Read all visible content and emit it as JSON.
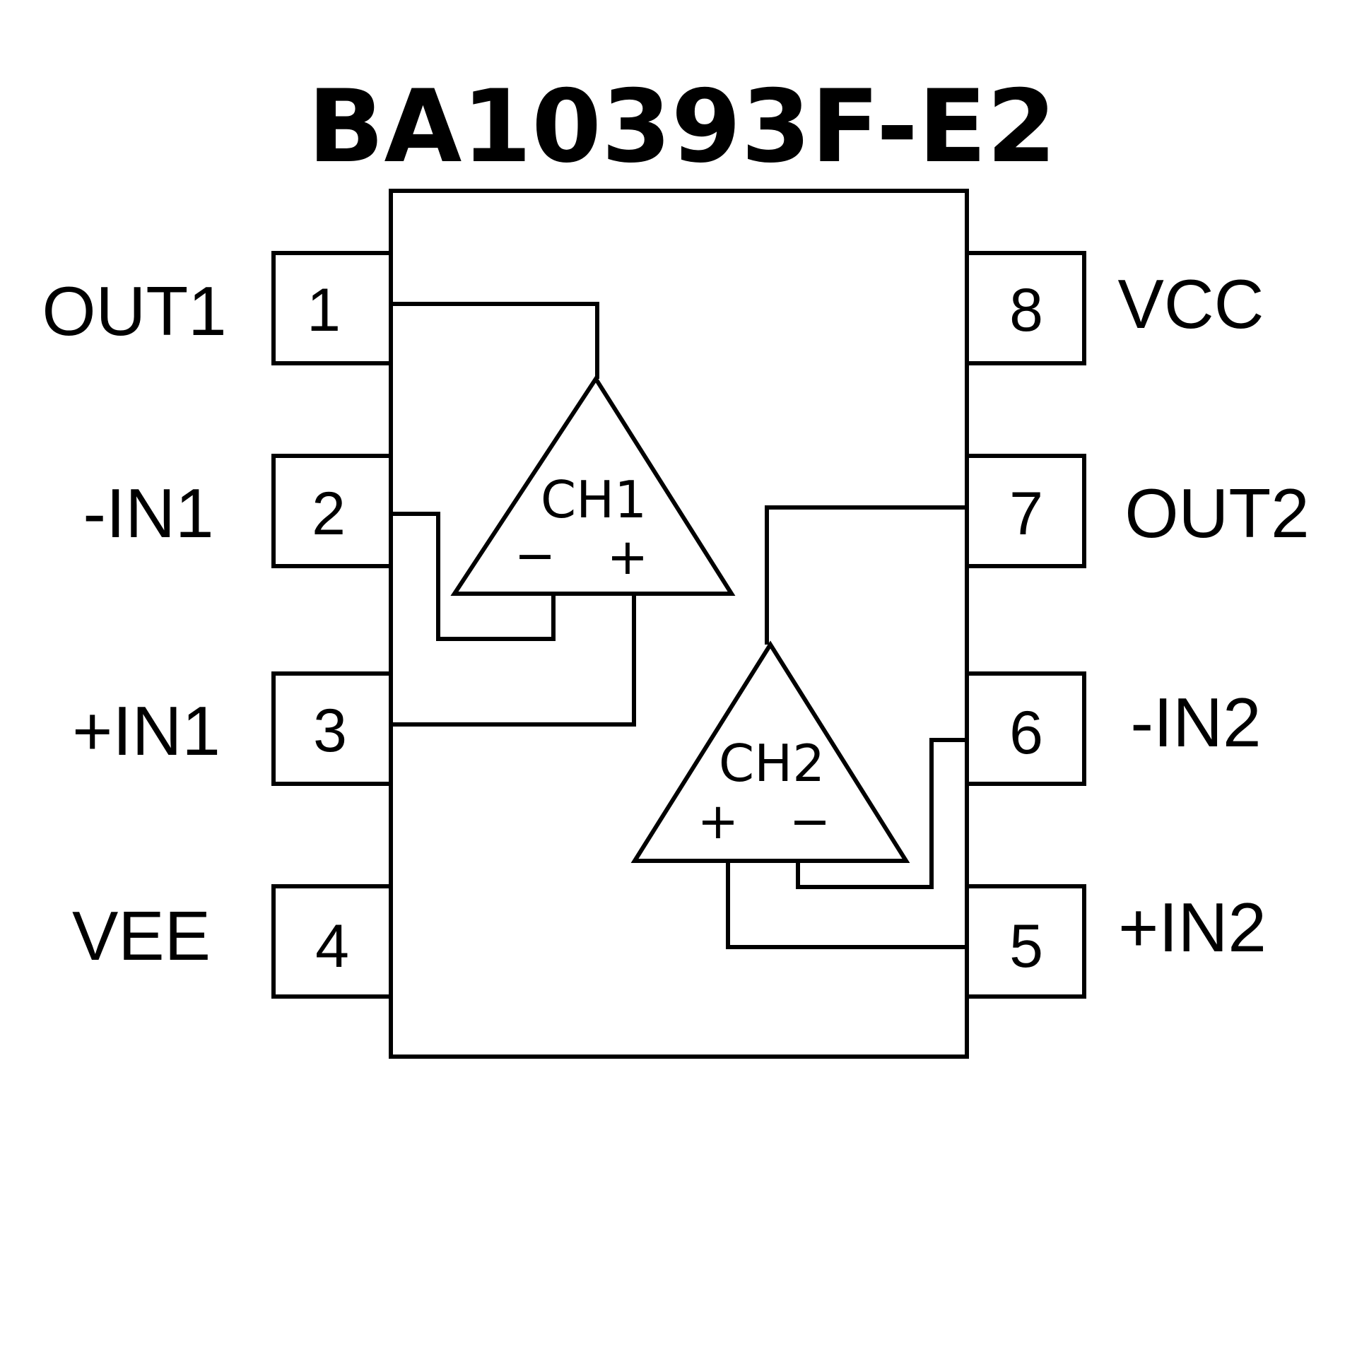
{
  "title": "BA10393F-E2",
  "pins": [
    {
      "number": "1",
      "label": "OUT1"
    },
    {
      "number": "2",
      "label": "-IN1"
    },
    {
      "number": "3",
      "label": "+IN1"
    },
    {
      "number": "4",
      "label": "VEE"
    },
    {
      "number": "5",
      "label": "+IN2"
    },
    {
      "number": "6",
      "label": "-IN2"
    },
    {
      "number": "7",
      "label": "OUT2"
    },
    {
      "number": "8",
      "label": "VCC"
    }
  ],
  "channels": [
    {
      "label": "CH1",
      "minus": "−",
      "plus": "+"
    },
    {
      "label": "CH2",
      "minus": "−",
      "plus": "+"
    }
  ]
}
